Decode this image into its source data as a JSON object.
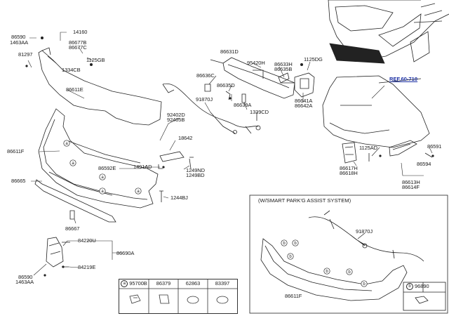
{
  "labels": {
    "p14160": "14160",
    "p86590_a": "86590",
    "p1463aa_a": "1463AA",
    "p86677b": "86677B",
    "p86677c": "86677C",
    "p81297": "81297",
    "p1125gb": "1125GB",
    "p1334cb": "1334CB",
    "p86611e": "86611E",
    "p86631d": "86631D",
    "p95420h": "95420H",
    "p86633h": "86633H",
    "p86635b": "86635B",
    "p1125dg": "1125DG",
    "p86636c": "86636C",
    "p86635d": "86635D",
    "p91870j_a": "91870J",
    "p86639a": "86639A",
    "p1339cd": "1339CD",
    "p86641a": "86641A",
    "p86642a": "86642A",
    "p92402d": "92402D",
    "p92405b": "92405B",
    "p18642": "18642",
    "p86611f_a": "86611F",
    "p86592e": "86592E",
    "p1491ad": "1491AD",
    "p1249nd": "1249ND",
    "p1249bd": "1249BD",
    "p86665": "86665",
    "p1244bj": "1244BJ",
    "p86667": "86667",
    "p84220u": "84220U",
    "p86690a": "86690A",
    "p84219e": "84219E",
    "p86590_b": "86590",
    "p1463aa_b": "1463AA",
    "p1125ad": "1125AD",
    "p86591": "86591",
    "p86594": "86594",
    "p86617h": "86617H",
    "p86618h": "86618H",
    "p86613h": "86613H",
    "p86614f": "86614F",
    "p91870j_b": "91870J",
    "p86611f_b": "86611F"
  },
  "ref_label": "REF.60-710",
  "inset_title": "(W/SMART PARK'G ASSIST SYSTEM)",
  "callouts": {
    "a": "a",
    "b": "b"
  },
  "parts_table": {
    "headers": [
      "95700B",
      "86379",
      "62863",
      "83397"
    ],
    "header_marker": "a"
  },
  "b_box": {
    "marker": "b",
    "part": "96890"
  }
}
